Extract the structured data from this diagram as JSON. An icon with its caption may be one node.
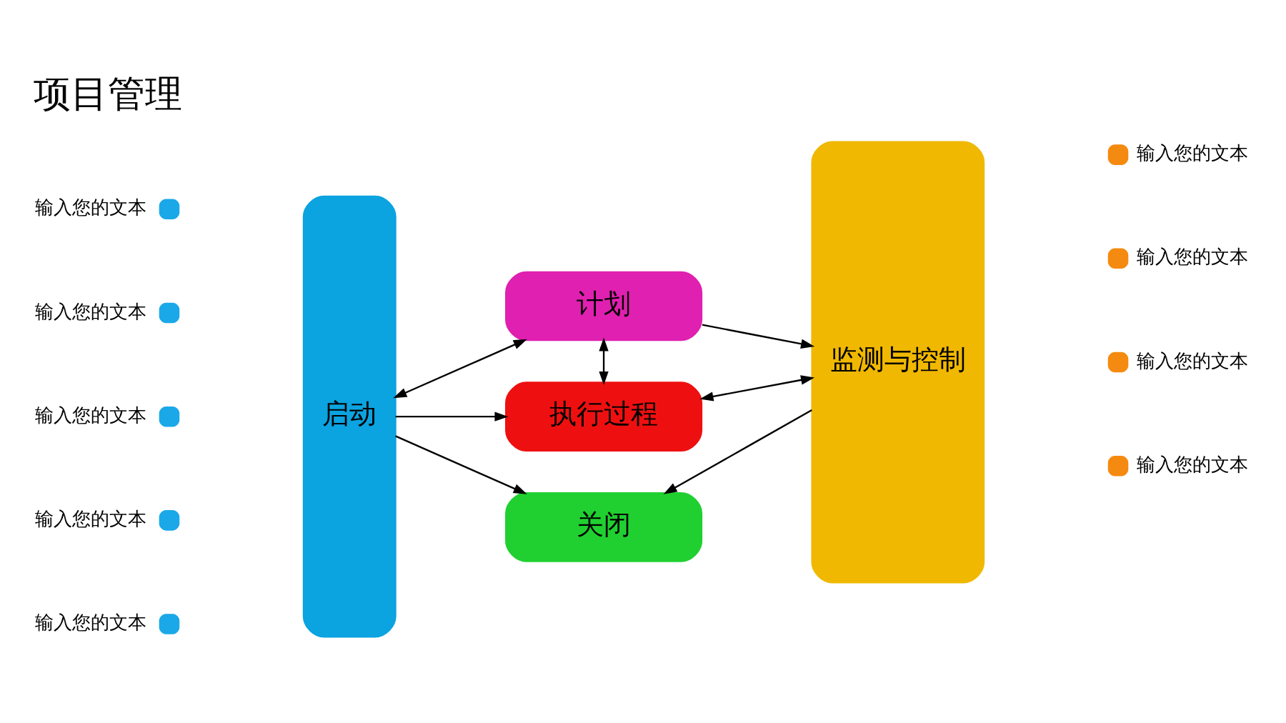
{
  "diagram": {
    "title": "项目管理",
    "nodes": [
      {
        "text": [
          "启动"
        ]
      },
      {
        "text": [
          "计划"
        ]
      },
      {
        "text": [
          "执行过程"
        ]
      },
      {
        "text": [
          "关闭"
        ]
      },
      {
        "text": [
          "监测与控制"
        ]
      }
    ],
    "edges": [
      {
        "from": 0,
        "to": 1,
        "arrow": "both"
      },
      {
        "from": 1,
        "to": 4,
        "arrow": "to"
      },
      {
        "from": 1,
        "to": 2,
        "arrow": "both"
      },
      {
        "from": 0,
        "to": 2,
        "arrow": "to"
      },
      {
        "from": 2,
        "to": 4,
        "arrow": "both"
      },
      {
        "from": 0,
        "to": 3,
        "arrow": "to"
      },
      {
        "from": 4,
        "to": 3,
        "arrow": "to"
      }
    ],
    "labels": [
      "输入您的文本",
      "输入您的文本",
      "输入您的文本",
      "输入您的文本",
      "输入您的文本",
      "输入您的文本",
      "输入您的文本",
      "输入您的文本",
      "输入您的文本"
    ]
  }
}
